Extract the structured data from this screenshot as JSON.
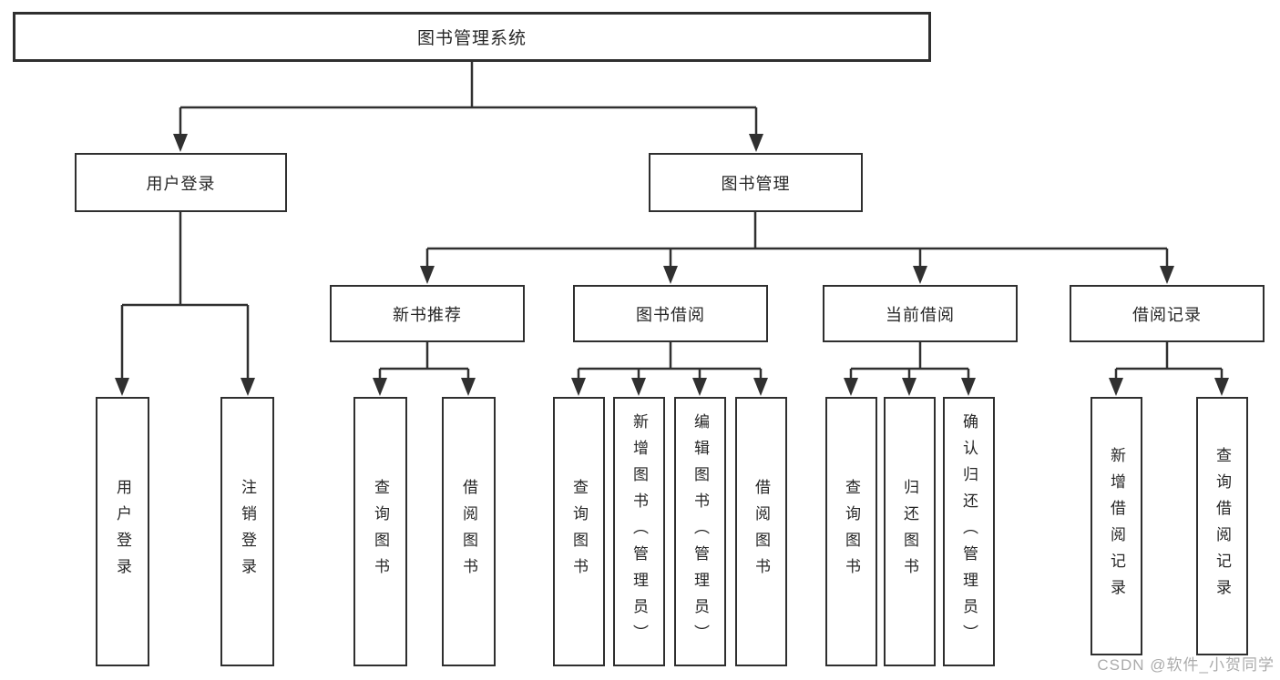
{
  "tree": {
    "label": "图书管理系统",
    "children": [
      {
        "label": "用户登录",
        "children": [
          {
            "label": "用户登录"
          },
          {
            "label": "注销登录"
          }
        ]
      },
      {
        "label": "图书管理",
        "children": [
          {
            "label": "新书推荐",
            "children": [
              {
                "label": "查询图书"
              },
              {
                "label": "借阅图书"
              }
            ]
          },
          {
            "label": "图书借阅",
            "children": [
              {
                "label": "查询图书"
              },
              {
                "label": "新增图书（管理员）"
              },
              {
                "label": "编辑图书（管理员）"
              },
              {
                "label": "借阅图书"
              }
            ]
          },
          {
            "label": "当前借阅",
            "children": [
              {
                "label": "查询图书"
              },
              {
                "label": "归还图书"
              },
              {
                "label": "确认归还（管理员）"
              }
            ]
          },
          {
            "label": "借阅记录",
            "children": [
              {
                "label": "新增借阅记录"
              },
              {
                "label": "查询借阅记录"
              }
            ]
          }
        ]
      }
    ]
  },
  "watermark": {
    "text": "CSDN @软件_小贺同学",
    "color": "#ababab"
  },
  "colors": {
    "background": "#ffffff",
    "line": "#303030",
    "box_border": "#2f2f2f",
    "text": "#262626"
  }
}
